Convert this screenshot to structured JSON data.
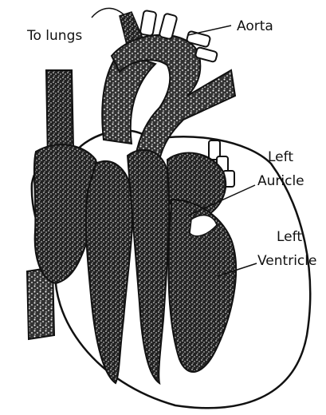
{
  "labels": {
    "to_lungs": "To lungs",
    "aorta": "Aorta",
    "left_auricle": [
      "Left",
      "Auricle"
    ],
    "left_ventricle": [
      "Left",
      "Ventricle"
    ]
  },
  "colors": {
    "ink": "#111111",
    "paper": "#ffffff"
  }
}
